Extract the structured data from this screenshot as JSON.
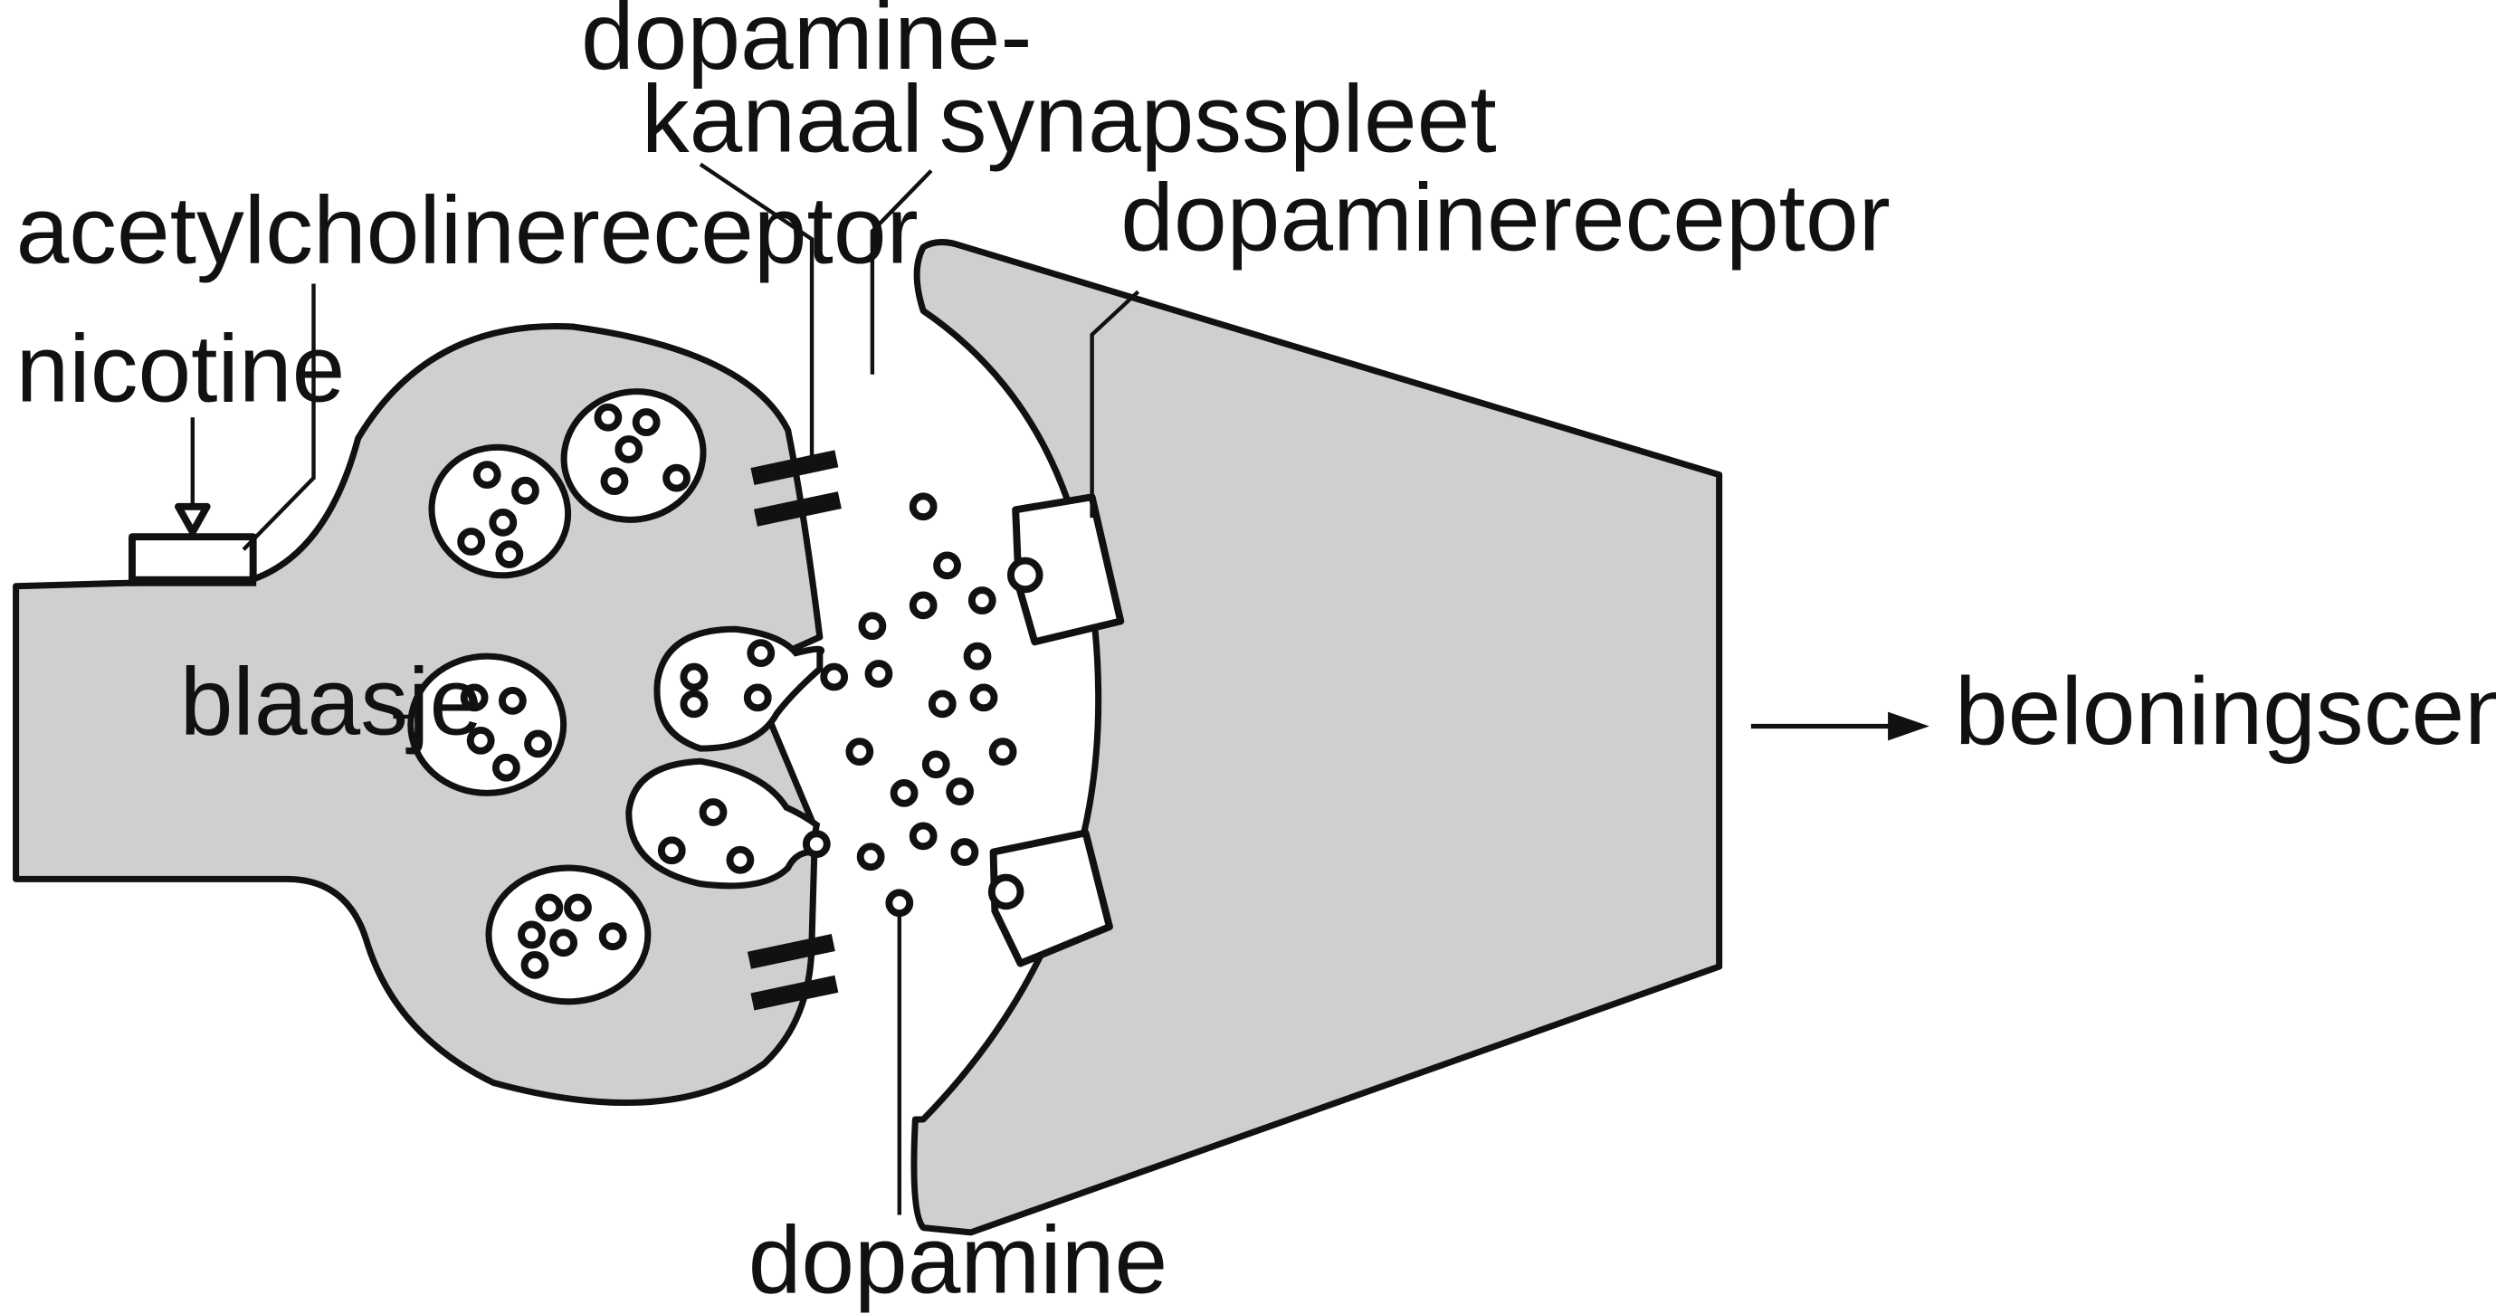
{
  "labels": {
    "dopamine_channel_line1": "dopamine-",
    "dopamine_channel_line2": "kanaal",
    "synaptic_cleft": "synapsspleet",
    "acetylcholine_receptor": "acetylcholinereceptor",
    "dopamine_receptor": "dopaminereceptor",
    "nicotine": "nicotine",
    "vesicle": "blaasje",
    "reward_center": "beloningscentrum",
    "dopamine": "dopamine"
  },
  "colors": {
    "cell_fill": "#cfcfcf",
    "outline": "#111111",
    "background": "#ffffff"
  }
}
